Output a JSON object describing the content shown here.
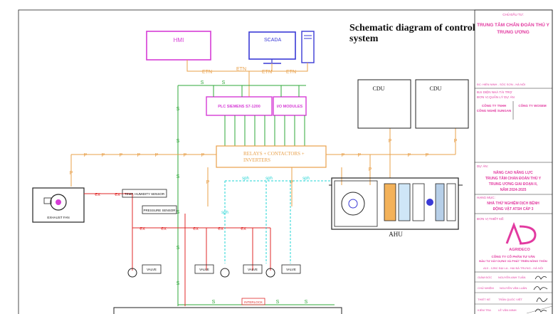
{
  "diagram": {
    "title_line1": "Schematic diagram of control",
    "title_line2": "system",
    "hmi": "HMI",
    "scada": "SCADA",
    "etn": "ETN",
    "plc": "PLC SIEMENS S7-1200",
    "io": "I/O MODULES",
    "relays_line1": "RELAYS + CONTACTORS +",
    "relays_line2": "INVERTERS",
    "cdu1": "CDU",
    "cdu2": "CDU",
    "ahu": "AHU",
    "exhaust_fan": "EXHAUST FAN",
    "temp_sensor": "TEMP, HUMIDITY SENSOR",
    "pressure_sensor": "PRESSURE SENSOR",
    "valve": "VALVE",
    "interlock": "INTERLOCK",
    "sym_s": "S",
    "sym_p": "P",
    "sym_ex": "ex",
    "sym_sph": "sph",
    "colors": {
      "magenta": "#d63cd6",
      "blue": "#3a3ad6",
      "orange": "#e8a04a",
      "green": "#2fa83a",
      "red": "#e02828",
      "cyan": "#22d4d4",
      "titleblock": "#e23aa0"
    }
  },
  "title_block": {
    "owner_label": "CHỦ ĐẦU TƯ:",
    "owner_line1": "TRUNG TÂM CHẨN ĐOÁN THÚ Y",
    "owner_line2": "TRUNG ƯƠNG",
    "address": "ĐC: HIỀN NINH - SÓC SƠN - HÀ NỘI",
    "sponsor_label1": "ĐẠI DIỆN NHÀ TÀI TRỢ",
    "sponsor_label2": "ĐƠN VỊ QUẢN LÝ DỰ ÁN",
    "company1_line1": "CÔNG TY TNHH",
    "company1_line2": "CÔNG NGHỆ SUNGAN",
    "company2": "CÔNG TY WOSEM",
    "project_label": "DỰ ÁN:",
    "project_lines": [
      "NÂNG CAO NĂNG LỰC",
      "TRUNG TÂM CHẨN ĐOÁN THÚ Y",
      "TRUNG ƯƠNG GIAI ĐOẠN II,",
      "NĂM 2024-2025"
    ],
    "item_label": "HẠNG MỤC:",
    "item_lines": [
      "NHÀ THỬ NGHIỆM DỊCH BỆNH",
      "ĐỘNG VẬT ATSH CẤP 3"
    ],
    "design_label": "ĐƠN VỊ THIẾT KẾ:",
    "logo_text": "AGRIDECO",
    "design_company_line1": "CÔNG TY CỔ PHẦN TƯ VẤN",
    "design_company_line2": "ĐẦU TƯ XÂY DỰNG VÀ PHÁT TRIỂN NÔNG THÔN",
    "design_address": "A10 - 12BC ĐẠI LA - HAI BÀ TRƯNG - HÀ NỘI",
    "roles": [
      {
        "role": "GIÁM ĐỐC",
        "name": "NGUYỄN ANH TUẤN"
      },
      {
        "role": "CHỦ NHIỆM",
        "name": "NGUYỄN VĂN LUÂN"
      },
      {
        "role": "THIẾT KẾ",
        "name": "TRẦN QUỐC VIỆT"
      },
      {
        "role": "KIỂM TRA",
        "name": "LÊ VĂN MINH"
      }
    ]
  }
}
